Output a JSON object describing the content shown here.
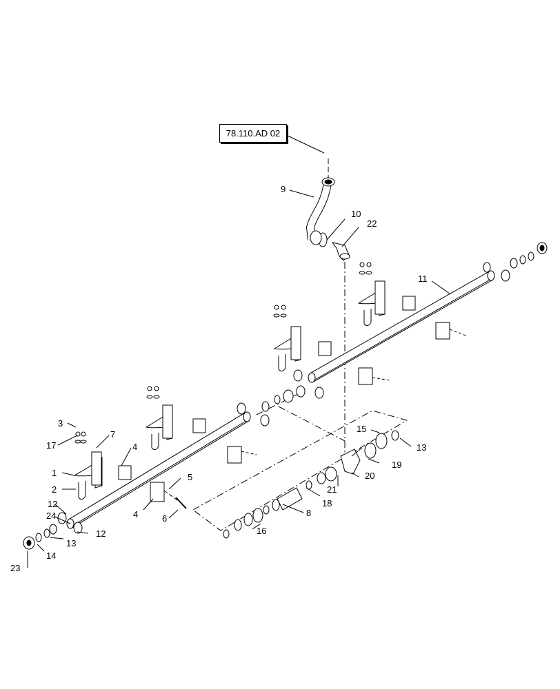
{
  "reference": "78.110.AD 02",
  "callouts": [
    "1",
    "2",
    "3",
    "4",
    "4",
    "5",
    "6",
    "7",
    "8",
    "9",
    "10",
    "11",
    "12",
    "12",
    "13",
    "13",
    "14",
    "15",
    "16",
    "17",
    "18",
    "19",
    "20",
    "21",
    "22",
    "23",
    "24"
  ]
}
